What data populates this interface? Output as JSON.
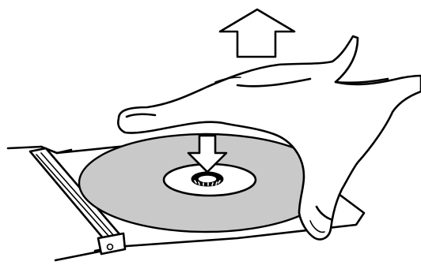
{
  "figure": {
    "type": "instruction-illustration",
    "arrows": [
      {
        "direction": "up",
        "meaning": "lift-hand-away"
      },
      {
        "direction": "down",
        "meaning": "press-disc-center"
      }
    ],
    "colors": {
      "line": "#000000",
      "disc": "#c9c9c9",
      "background": "#ffffff"
    }
  }
}
